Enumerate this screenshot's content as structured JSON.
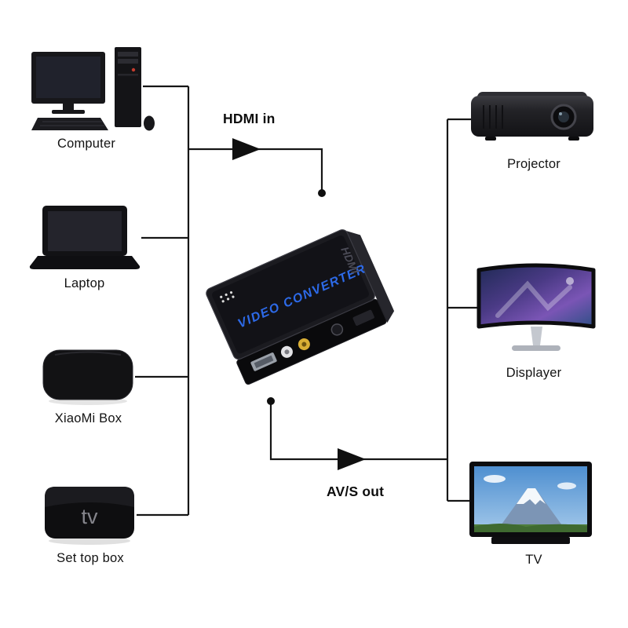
{
  "diagram": {
    "connections": {
      "input": "HDMI in",
      "output": "AV/S out"
    },
    "left_devices": [
      {
        "label": "Computer"
      },
      {
        "label": "Laptop"
      },
      {
        "label": "XiaoMi Box"
      },
      {
        "label": "Set top box",
        "logo": "tv"
      }
    ],
    "right_devices": [
      {
        "label": "Projector"
      },
      {
        "label": "Displayer"
      },
      {
        "label": "TV"
      }
    ],
    "converter": {
      "label": "VIDEO CONVERTER",
      "brand": "HDMI"
    }
  },
  "colors": {
    "background": "#ffffff",
    "line": "#161616",
    "accent_blue": "#2d6ae8",
    "rca_yellow": "#d9af35",
    "device_black": "#121215"
  }
}
